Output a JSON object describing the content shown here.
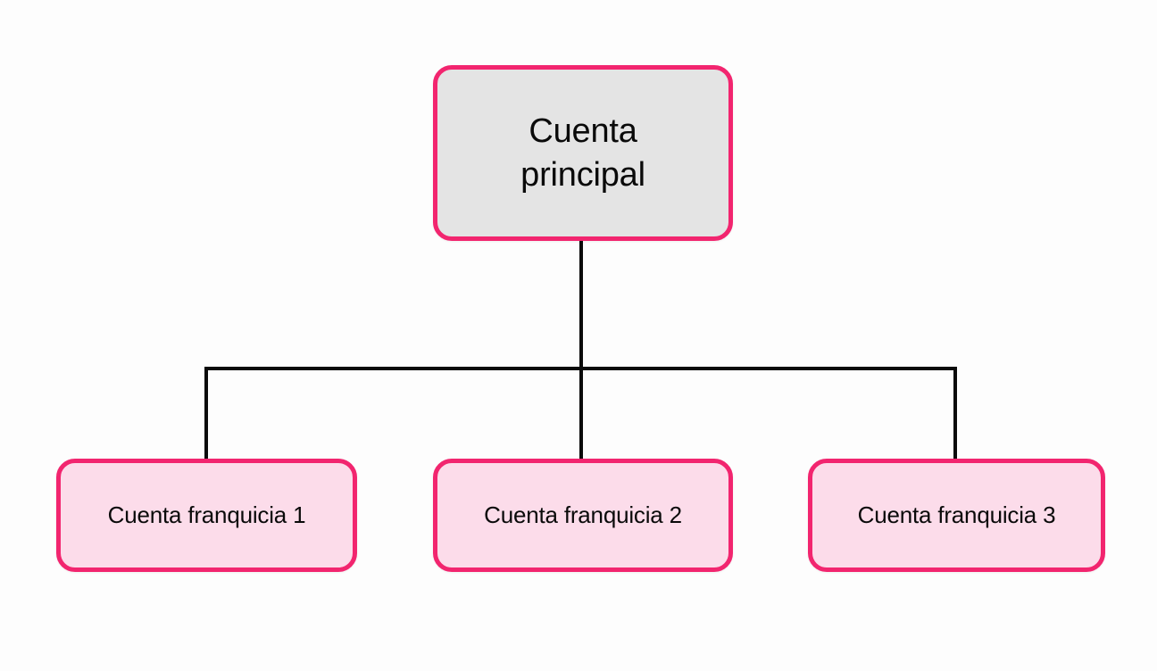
{
  "diagram": {
    "type": "organization-hierarchy-tree",
    "language": "es",
    "background_color": "#fdfdfd",
    "connector_color": "#0b0b0b",
    "root": {
      "id": "cuenta-principal",
      "label": "Cuenta\nprincipal",
      "label_plain": "Cuenta principal",
      "fill_color": "#e4e4e4",
      "border_color": "#f2256f"
    },
    "children": [
      {
        "id": "cuenta-franquicia-1",
        "label": "Cuenta franquicia 1",
        "fill_color": "#fcdcea",
        "border_color": "#f2256f"
      },
      {
        "id": "cuenta-franquicia-2",
        "label": "Cuenta franquicia 2",
        "fill_color": "#fcdcea",
        "border_color": "#f2256f"
      },
      {
        "id": "cuenta-franquicia-3",
        "label": "Cuenta franquicia 3",
        "fill_color": "#fcdcea",
        "border_color": "#f2256f"
      }
    ]
  }
}
